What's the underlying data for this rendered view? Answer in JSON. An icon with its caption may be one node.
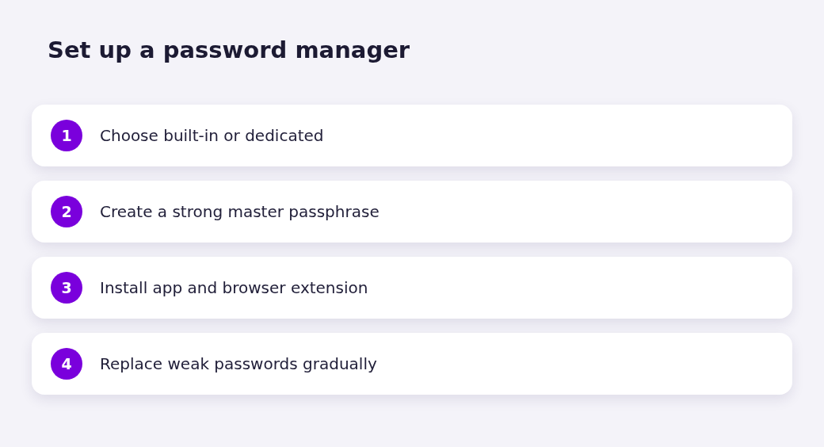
{
  "diagram": {
    "title": "Set up a password manager",
    "nodes": [
      {
        "text": [
          "Choose built-in or dedicated"
        ]
      },
      {
        "text": [
          "1"
        ],
        "in": 0
      },
      {
        "text": [
          "Create a strong master passphrase"
        ]
      },
      {
        "text": [
          "2"
        ],
        "in": 2
      },
      {
        "text": [
          "Install app and browser extension"
        ]
      },
      {
        "text": [
          "3"
        ],
        "in": 4
      },
      {
        "text": [
          "Replace weak passwords gradually"
        ]
      },
      {
        "text": [
          "4"
        ],
        "in": 6
      }
    ]
  }
}
